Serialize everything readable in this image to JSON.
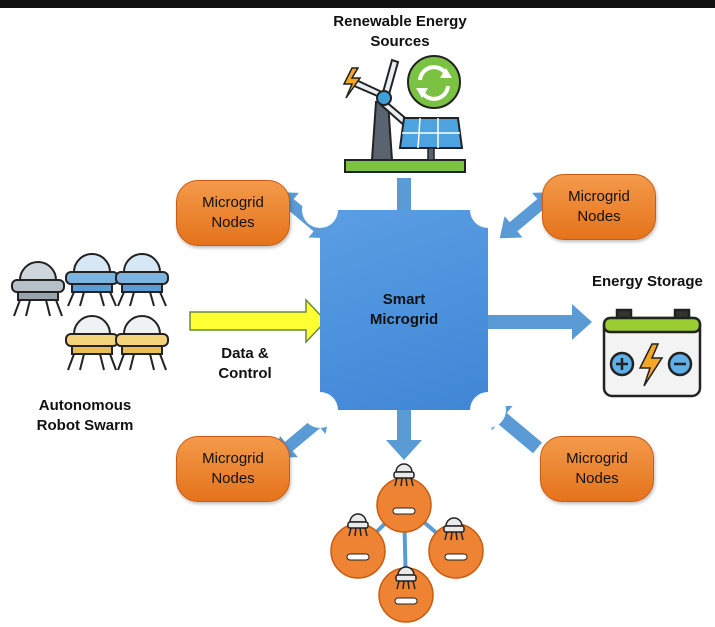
{
  "title": {
    "line1": "Renewable Energy",
    "line2": "Sources"
  },
  "hub": {
    "line1": "Smart",
    "line2": "Microgrid"
  },
  "nodes": [
    {
      "line1": "Microgrid",
      "line2": "Nodes"
    },
    {
      "line1": "Microgrid",
      "line2": "Nodes"
    },
    {
      "line1": "Microgrid",
      "line2": "Nodes"
    },
    {
      "line1": "Microgrid",
      "line2": "Nodes"
    }
  ],
  "storage": {
    "label": "Energy Storage"
  },
  "swarm": {
    "line1": "Autonomous",
    "line2": "Robot Swarm"
  },
  "link": {
    "line1": "Data &",
    "line2": "Control"
  },
  "colors": {
    "hub": "#4a90e2",
    "node": "#ee8433",
    "arrow": "#5b9bd5",
    "data_arrow": "#ffff33"
  }
}
